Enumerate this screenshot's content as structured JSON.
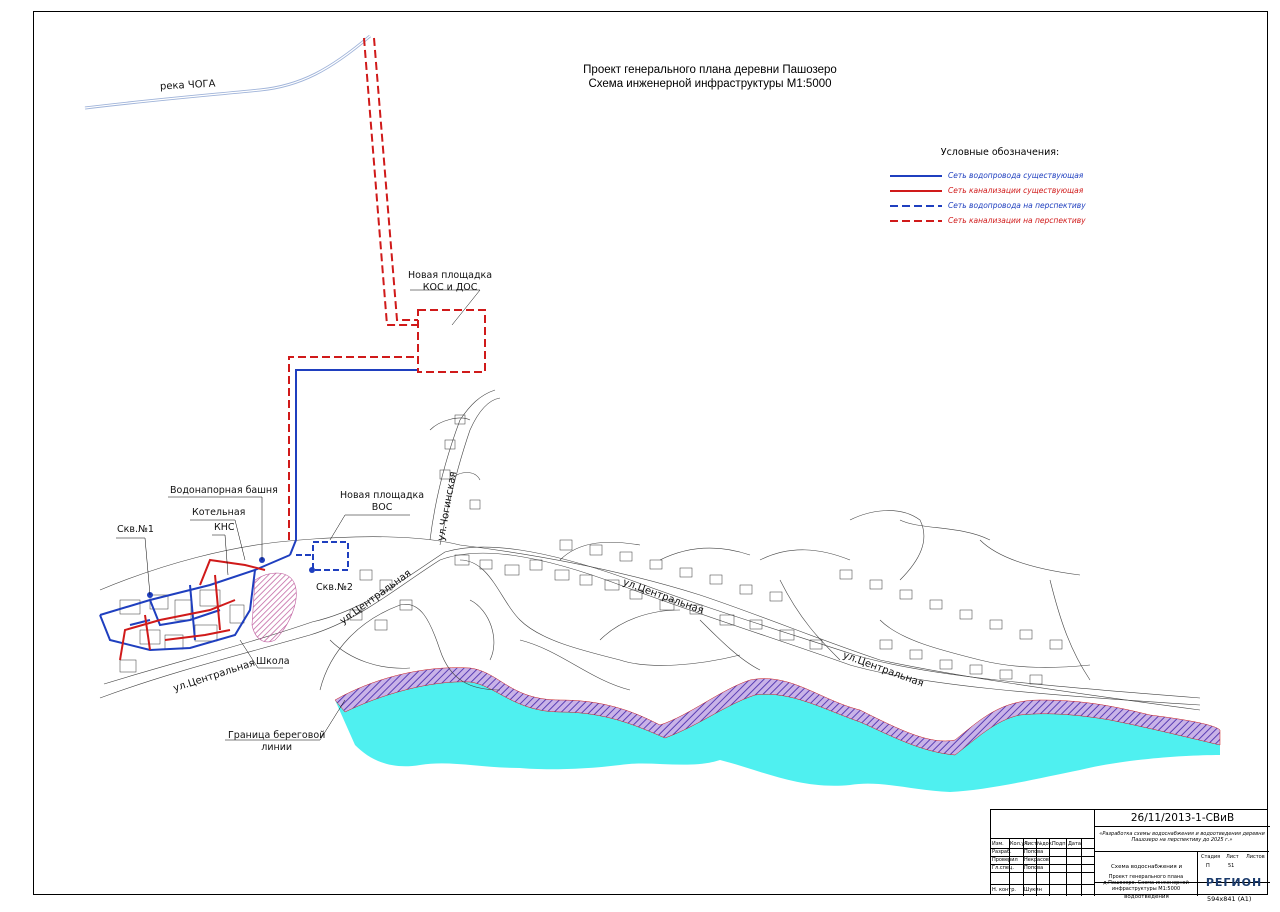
{
  "title": {
    "line1": "Проект генерального плана деревни Пашозеро",
    "line2": "Схема инженерной инфраструктуры М1:5000"
  },
  "legend": {
    "title": "Условные обозначения:",
    "items": [
      {
        "label": "Сеть водопровода существующая",
        "color": "#1f3fbf",
        "style": "solid"
      },
      {
        "label": "Сеть канализации существующая",
        "color": "#d01a1a",
        "style": "solid"
      },
      {
        "label": "Сеть водопровода на перспективу",
        "color": "#1f3fbf",
        "style": "dashed"
      },
      {
        "label": "Сеть канализации на перспективу",
        "color": "#d01a1a",
        "style": "dashed"
      }
    ]
  },
  "labels": {
    "river": "река ЧОГА",
    "new_kos": "Новая площадка\nКОС и ДОС",
    "new_vos": "Новая площадка\nВОС",
    "water_tower": "Водонапорная башня",
    "boiler": "Котельная",
    "kns": "КНС",
    "well1": "Скв.№1",
    "well2": "Скв.№2",
    "school": "Школа",
    "shore": "Граница береговой\nлинии",
    "street_central": "ул.Центральная",
    "street_chogskaya": "ул.Чогинская"
  },
  "stamp": {
    "code": "26/11/2013-1-СВиВ",
    "project": "«Разработка схемы водоснабжения и водоотведения деревни Пашозеро на перспективу до 2025 г.»",
    "sheet_name": "Схема водоснабжения и водоотведения",
    "drawing_title": "Проект генерального плана д.Пашозеро. Схема инженерной инфраструктуры М1:5000",
    "header_cells": [
      "Изм.",
      "Кол.уч.",
      "Лист",
      "№док.",
      "Подп.",
      "Дата"
    ],
    "roles": [
      {
        "role": "Разраб.",
        "name": "Попова"
      },
      {
        "role": "Проверил",
        "name": "Некрасов"
      },
      {
        "role": "Гл.спец.",
        "name": "Попова"
      },
      {
        "role": "Н. контр.",
        "name": "Шукин"
      }
    ],
    "stage_headers": [
      "Стадия",
      "Лист",
      "Листов"
    ],
    "stage_values": [
      "П",
      "51",
      ""
    ],
    "company": "РЕГИОН"
  },
  "format": "594x841 (А1)",
  "colors": {
    "water": "#4ff0f0",
    "hatch": "#6a4fc0",
    "water_line": "#1f3fbf",
    "sewer_line": "#d01a1a"
  }
}
